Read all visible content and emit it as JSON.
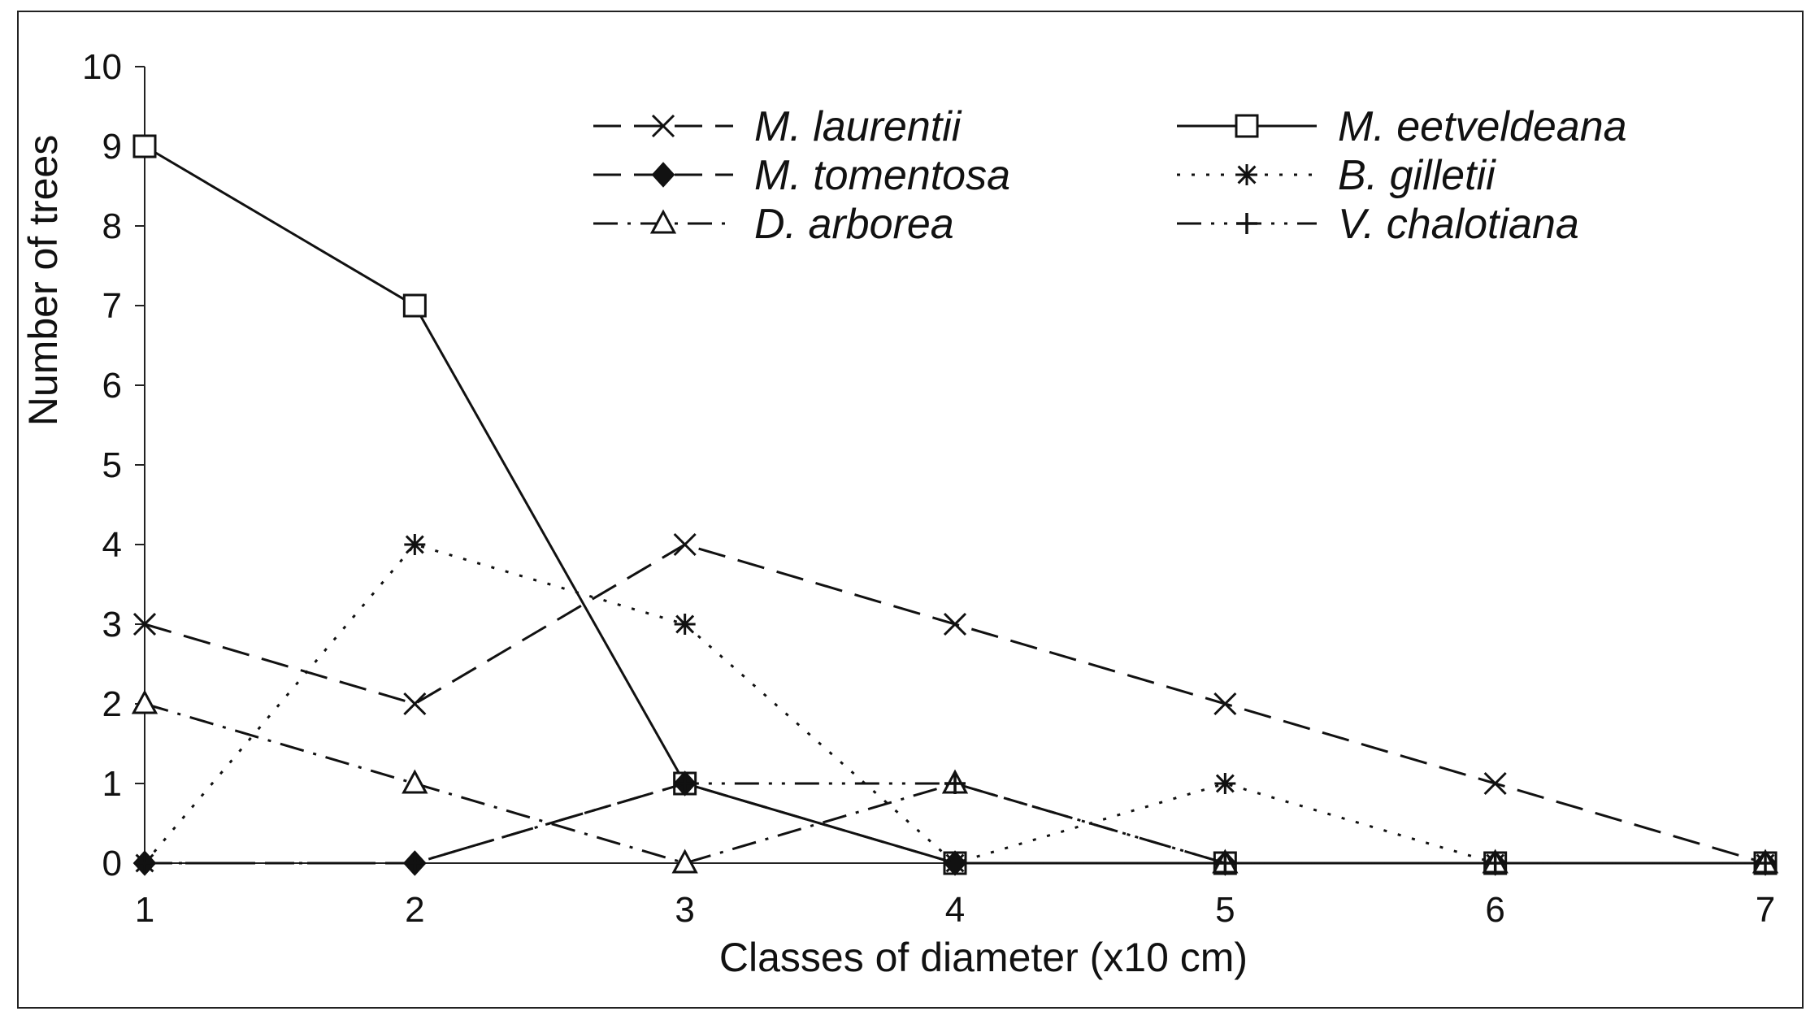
{
  "chart_data": {
    "type": "line",
    "title": "",
    "xlabel": "Classes of diameter (x10 cm)",
    "ylabel": "Number of trees",
    "x": [
      1,
      2,
      3,
      4,
      5,
      6,
      7
    ],
    "xlim": [
      1,
      7
    ],
    "ylim": [
      0,
      10
    ],
    "yticks": [
      0,
      1,
      2,
      3,
      4,
      5,
      6,
      7,
      8,
      9,
      10
    ],
    "grid": false,
    "legend_position": "top",
    "series": [
      {
        "name": "M. laurentii",
        "values": [
          3,
          2,
          4,
          3,
          2,
          1,
          0
        ]
      },
      {
        "name": "M. eetveldeana",
        "values": [
          9,
          7,
          1,
          0,
          0,
          0,
          0
        ]
      },
      {
        "name": "M. tomentosa",
        "values": [
          0,
          0,
          1,
          0,
          0,
          0,
          0
        ]
      },
      {
        "name": "B. gilletii",
        "values": [
          0,
          4,
          3,
          0,
          1,
          0,
          0
        ]
      },
      {
        "name": "D. arborea",
        "values": [
          2,
          1,
          0,
          1,
          0,
          0,
          0
        ]
      },
      {
        "name": "V. chalotiana",
        "values": [
          0,
          0,
          1,
          1,
          0,
          0,
          0
        ]
      }
    ]
  }
}
